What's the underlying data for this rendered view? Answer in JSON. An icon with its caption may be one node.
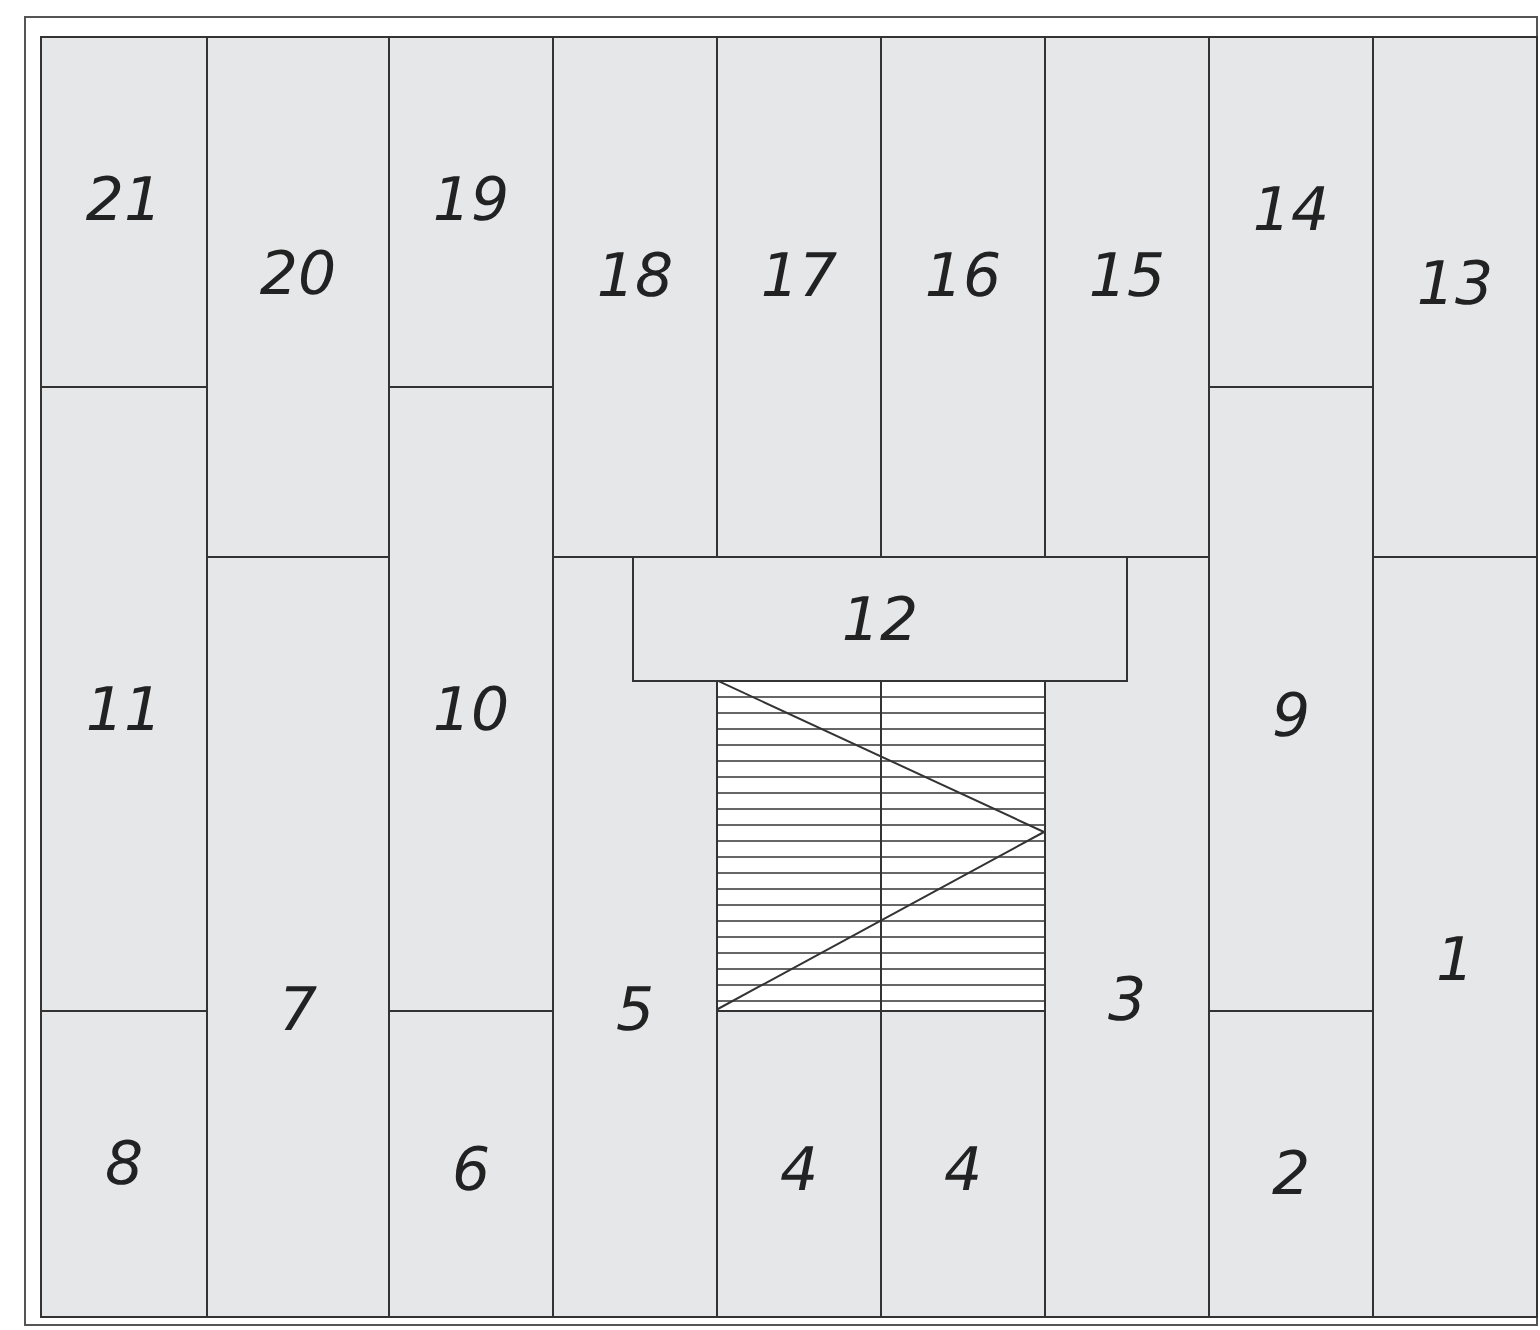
{
  "diagram": {
    "nodes": [
      {
        "text": [
          "21"
        ]
      },
      {
        "text": [
          "20"
        ]
      },
      {
        "text": [
          "19"
        ]
      },
      {
        "text": [
          "18"
        ]
      },
      {
        "text": [
          "17"
        ]
      },
      {
        "text": [
          "16"
        ]
      },
      {
        "text": [
          "15"
        ]
      },
      {
        "text": [
          "14"
        ]
      },
      {
        "text": [
          "13"
        ]
      },
      {
        "text": [
          "12"
        ]
      },
      {
        "text": [
          "11"
        ]
      },
      {
        "text": [
          "10"
        ]
      },
      {
        "text": [
          "9"
        ]
      },
      {
        "text": [
          "7"
        ]
      },
      {
        "text": [
          "5"
        ]
      },
      {
        "text": [
          "3"
        ]
      },
      {
        "text": [
          "1"
        ]
      },
      {
        "text": [
          "8"
        ]
      },
      {
        "text": [
          "6"
        ]
      },
      {
        "text": [
          "4"
        ]
      },
      {
        "text": [
          "4"
        ]
      },
      {
        "text": [
          "2"
        ]
      }
    ]
  }
}
